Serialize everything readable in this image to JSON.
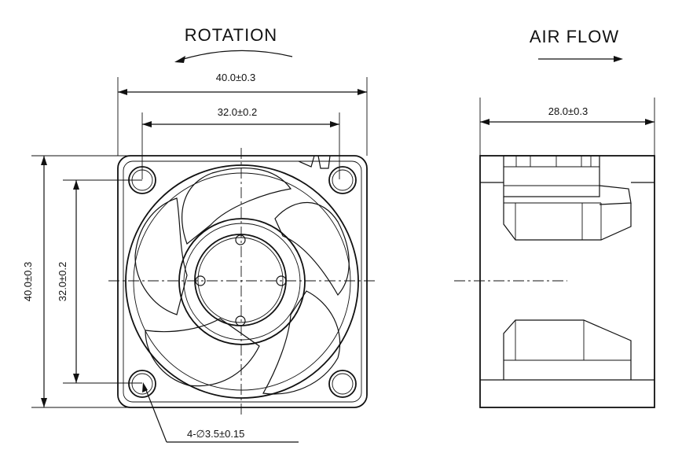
{
  "labels": {
    "rotation": "ROTATION",
    "air_flow": "AIR FLOW"
  },
  "dimensions": {
    "overall_width": "40.0±0.3",
    "hole_spacing_width": "32.0±0.2",
    "overall_height": "40.0±0.3",
    "hole_spacing_height": "32.0±0.2",
    "depth": "28.0±0.3",
    "mounting_holes": "4-∅3.5±0.15"
  }
}
